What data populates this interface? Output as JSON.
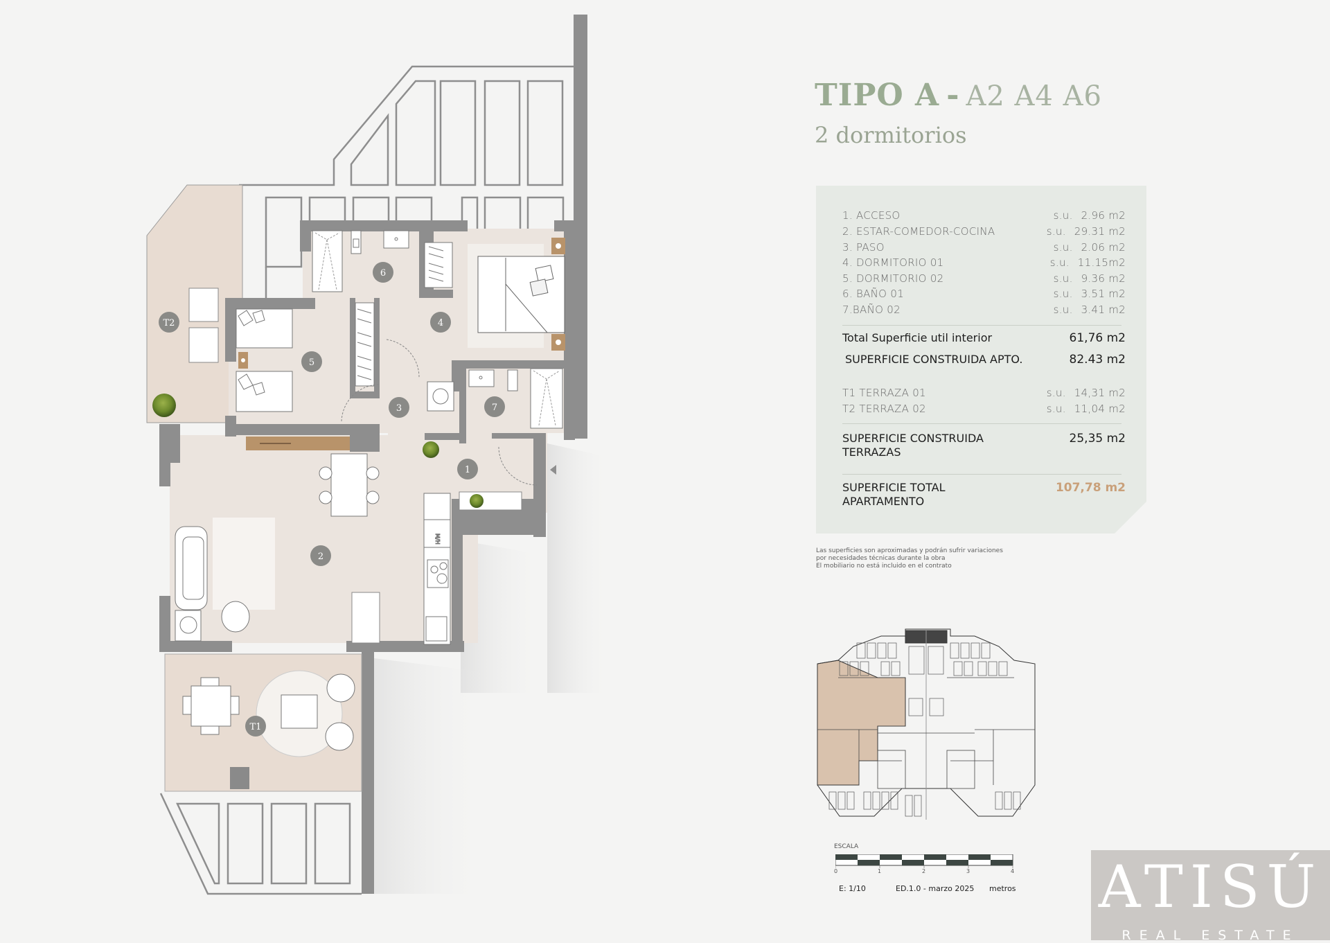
{
  "header": {
    "type_label": "TIPO A",
    "separator": "-",
    "units": "A2 A4 A6",
    "bedrooms": "2 dormitorios"
  },
  "surfaces": {
    "rooms": [
      {
        "name": "1. ACCESO",
        "prefix": "s.u.",
        "value": "2.96 m2"
      },
      {
        "name": "2. ESTAR-COMEDOR-COCINA",
        "prefix": "s.u.",
        "value": "29.31 m2"
      },
      {
        "name": "3. PASO",
        "prefix": "s.u.",
        "value": "2.06 m2"
      },
      {
        "name": "4. DORMITORIO 01",
        "prefix": "s.u.",
        "value": "11.15m2"
      },
      {
        "name": "5. DORMITORIO 02",
        "prefix": "s.u.",
        "value": "9.36 m2"
      },
      {
        "name": "6. BAÑO 01",
        "prefix": "s.u.",
        "value": "3.51 m2"
      },
      {
        "name": "7.BAÑO 02",
        "prefix": "s.u.",
        "value": "3.41 m2"
      }
    ],
    "total_util": {
      "label": "Total Superficie util interior",
      "value": "61,76 m2"
    },
    "construida_apto": {
      "label": "SUPERFICIE CONSTRUIDA APTO.",
      "value": "82.43 m2"
    },
    "terraces": [
      {
        "name": "T1 TERRAZA 01",
        "prefix": "s.u.",
        "value": "14,31 m2"
      },
      {
        "name": "T2 TERRAZA 02",
        "prefix": "s.u.",
        "value": "11,04 m2"
      }
    ],
    "construida_terrazas": {
      "label_line1": "SUPERFICIE CONSTRUIDA",
      "label_line2": "TERRAZAS",
      "value": "25,35 m2"
    },
    "total_apartamento": {
      "label_line1": "SUPERFICIE TOTAL",
      "label_line2": "APARTAMENTO",
      "value": "107,78 m2"
    }
  },
  "disclaimer": [
    "Las superficies son aproximadas y podrán sufrir variaciones",
    "por necesidades técnicas durante la obra",
    "El mobiliario no está incluido en el contrato"
  ],
  "plan_labels": {
    "rooms": [
      "1",
      "2",
      "3",
      "4",
      "5",
      "6",
      "7"
    ],
    "terraces": [
      "T1",
      "T2"
    ],
    "kitchen_appliance": "M/H"
  },
  "scale": {
    "label": "ESCALA",
    "ticks": [
      "0",
      "1",
      "2",
      "3",
      "4"
    ],
    "ratio": "E: 1/10",
    "edition": "ED.1.0 - marzo 2025",
    "unit": "metros"
  },
  "logo": {
    "word": "ATISÚ",
    "tagline": "REAL ESTATE"
  },
  "colors": {
    "title_green": "#9aab92",
    "panel_bg": "#e6eae5",
    "highlight_total": "#c9a07a",
    "wall_grey": "#8e8e8e",
    "floor_beige": "#ebe4de",
    "terrace_beige": "#e8dcd2",
    "marker_grey": "#8a8a87",
    "logo_bg": "#cbc8c5"
  }
}
